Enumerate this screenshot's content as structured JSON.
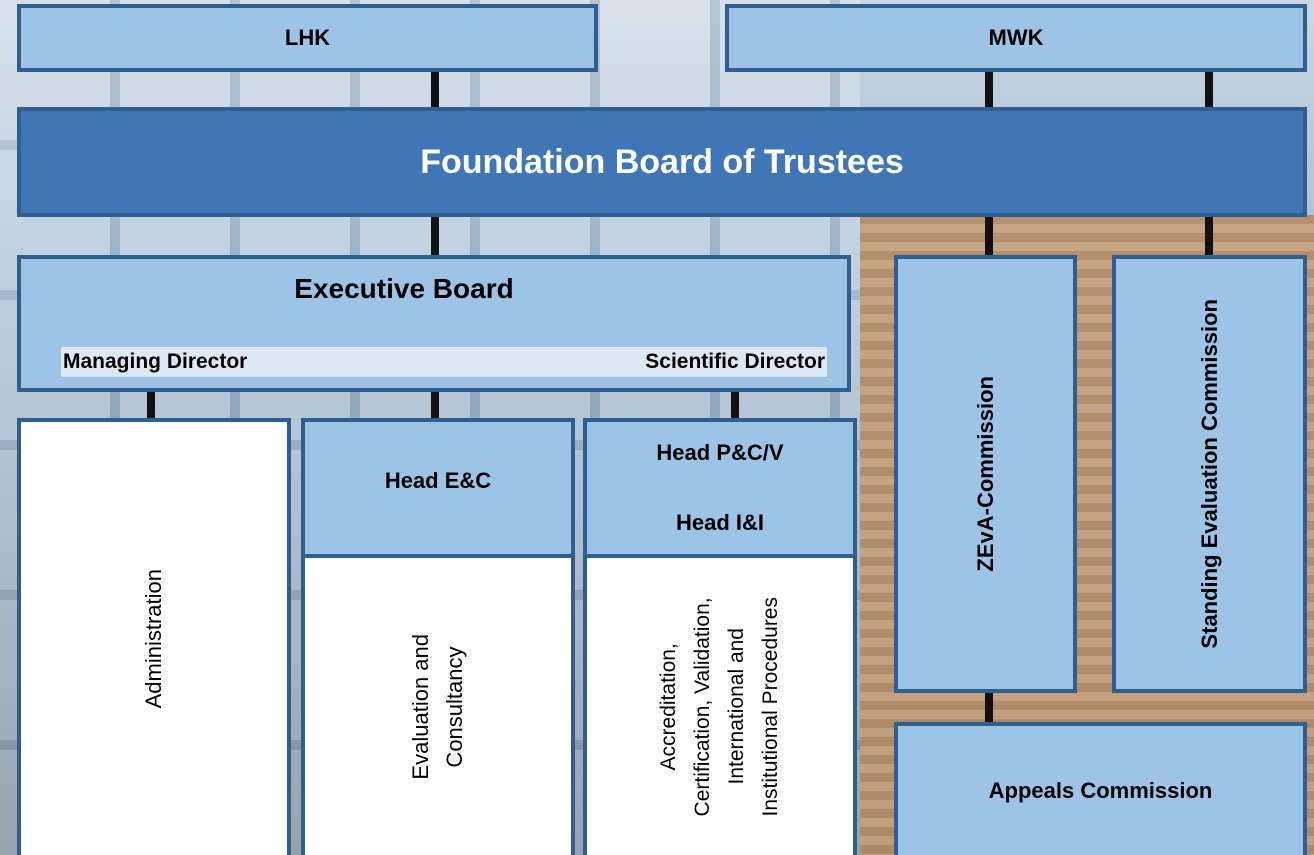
{
  "top": {
    "lhk": "LHK",
    "mwk": "MWK"
  },
  "foundation_board": "Foundation Board of Trustees",
  "executive_board": {
    "title": "Executive Board",
    "managing_director": "Managing Director",
    "scientific_director": "Scientific Director"
  },
  "administration": "Administration",
  "head_ec": "Head E&C",
  "evaluation": "Evaluation and\nConsultancy",
  "head_pcv": "Head P&C/V",
  "head_ii": "Head I&I",
  "accreditation": "Accreditation,\nCertification, Validation,\nInternational and\nInstitutional Procedures",
  "zeva": "ZEvA-Commission",
  "standing": "Standing Evaluation Commission",
  "appeals": "Appeals Commission",
  "colors": {
    "box_light": "#9dc3e6",
    "box_dark": "#3f76b5",
    "border": "#2f5f8f"
  }
}
